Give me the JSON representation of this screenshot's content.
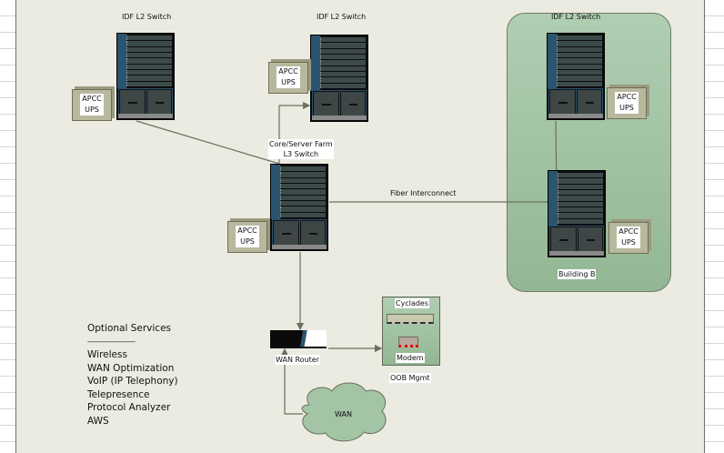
{
  "switches": {
    "idf1": "IDF L2 Switch",
    "idf2": "IDF L2 Switch",
    "idf3": "IDF L2 Switch",
    "core": "Core/Server Farm\nL3 Switch"
  },
  "ups_label_1": "APCC",
  "ups_label_2": "UPS",
  "building_b": "Building B",
  "fiber": "Fiber Interconnect",
  "wan_router": "WAN Router",
  "oob": {
    "cyclades": "Cyclades",
    "modem": "Modem",
    "title": "OOB Mgmt"
  },
  "wan": "WAN",
  "optional_services": {
    "title": "Optional Services",
    "divider": "----------------------",
    "items": [
      "Wireless",
      "WAN Optimization",
      "VoIP (IP Telephony)",
      "Telepresence",
      "Protocol Analyzer",
      "AWS"
    ]
  },
  "colors": {
    "canvas": "#ebebe1",
    "green": "#a3c4a5",
    "switch_blue": "#2b5470",
    "ups": "#b8b89e",
    "line": "#6b705c"
  }
}
